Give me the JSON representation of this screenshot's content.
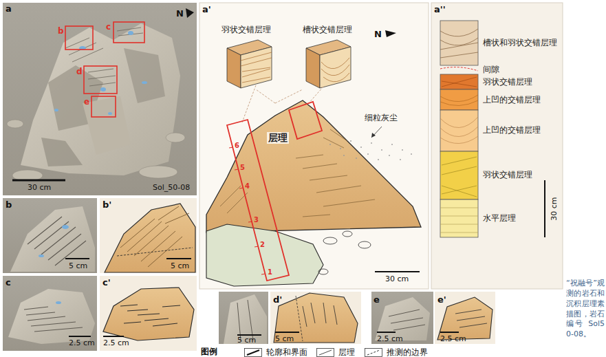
{
  "diagram": {
    "caption": "“祝融号”观测的岩石和沉积层理素描图，岩石编号 Sol50-08。",
    "labels": [
      "a",
      "b",
      "c",
      "d",
      "e",
      "N",
      "30 cm",
      "Sol_50-08",
      "b",
      "b'",
      "5 cm",
      "5 cm",
      "c",
      "c'",
      "2.5 cm",
      "2.5 cm",
      "a'",
      "N",
      "羽状交错层理",
      "槽状交错层理",
      "层理",
      "细粒灰尘",
      "1",
      "2",
      "3",
      "4",
      "5",
      "6",
      "30 cm",
      "a''",
      "槽状和羽状交错层理",
      "间隙",
      "羽状交错层理",
      "上凹的交错层理",
      "上凹的交错层理",
      "羽状交错层理",
      "水平层理",
      "30 cm",
      "5 cm",
      "d'",
      "5 cm",
      "e",
      "e'",
      "2.5 cm",
      "2.5 cm",
      "图例"
    ],
    "legend": [
      {
        "text": "轮廓和界面"
      },
      {
        "text": "层理"
      },
      {
        "text": "推测的边界"
      }
    ]
  }
}
